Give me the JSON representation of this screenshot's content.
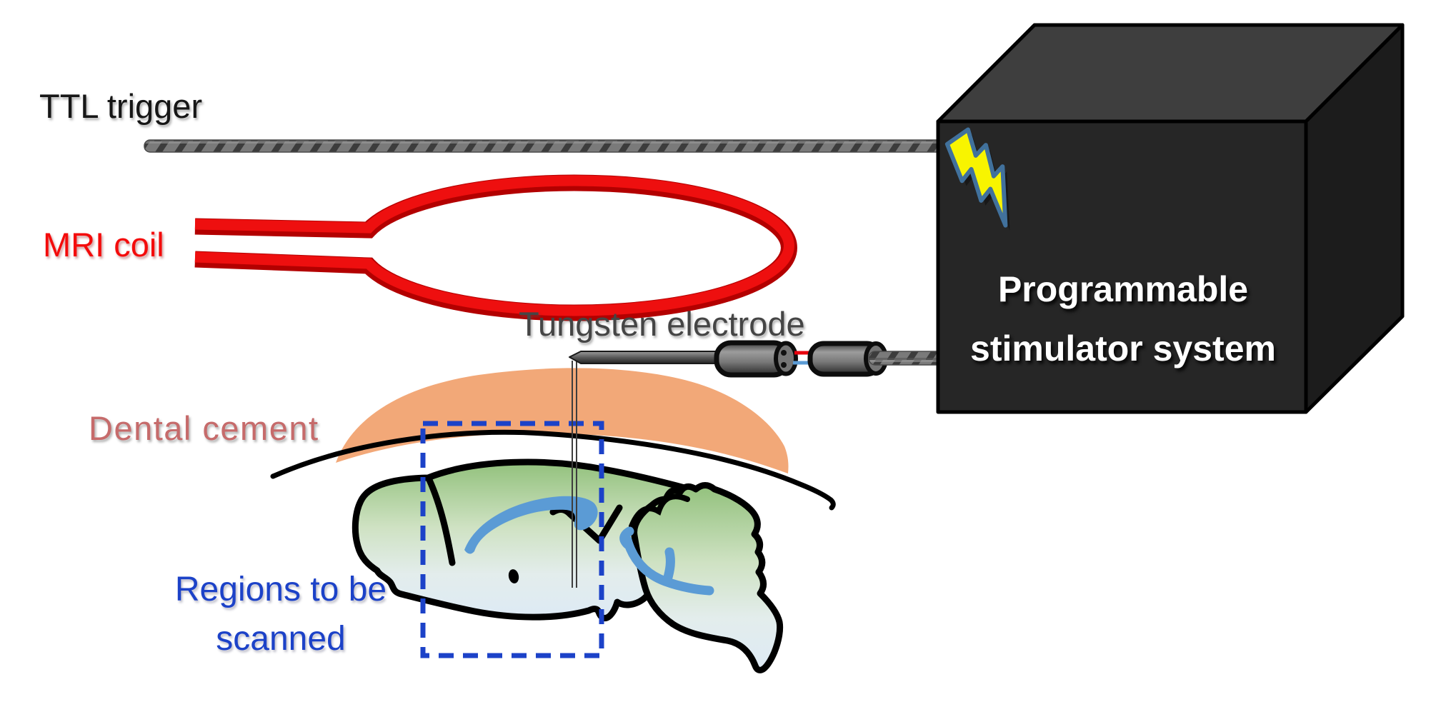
{
  "figure": {
    "type": "experimental-setup-diagram",
    "labels": {
      "ttl_trigger": "TTL trigger",
      "mri_coil": "MRI coil",
      "tungsten_electrode": "Tungsten electrode",
      "dental_cement": "Dental cement",
      "regions": {
        "line1": "Regions to be",
        "line2": "scanned"
      },
      "stimulator": {
        "line1": "Programmable",
        "line2": "stimulator system"
      }
    },
    "icons": {
      "lightning_bolt": "lightning-bolt-icon"
    },
    "colors": {
      "ttl_label": "#161616",
      "mri_label": "#f40b0b",
      "coil_red": "#ee0f0f",
      "coil_red_dark": "#b30000",
      "tungsten_label": "#454545",
      "cement_fill": "#f2a878",
      "cement_label": "#c66b6b",
      "regions_blue": "#1c42c8",
      "hippocampus_blue": "#5b9bd5",
      "brain_green": "#92c17c",
      "brain_pale": "#ddeaf5",
      "outline_black": "#000000",
      "box_front": "#262626",
      "box_top": "#3e3e3e",
      "box_right": "#1c1c1c",
      "box_text": "#ffffff",
      "bolt_yellow": "#f8f400",
      "bolt_blue": "#41719c",
      "cable_gray": "#7a7a7a",
      "cable_stripe": "#3c3c3c",
      "wire_red": "#e8000d",
      "wire_blue": "#5b9bd5"
    }
  }
}
